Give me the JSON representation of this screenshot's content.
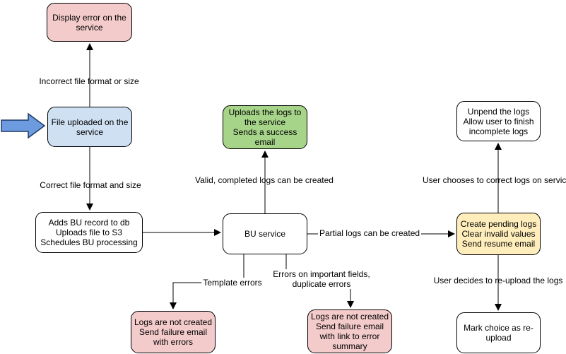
{
  "diagram": {
    "background": "#ffffff",
    "palette": {
      "node_border": "#000000",
      "edge_color": "#000000",
      "error_pink": "#f3cbca",
      "entry_blue": "#cfe0f3",
      "success_green": "#a6d489",
      "pending_yellow": "#ffeebc",
      "process_white": "#ffffff",
      "block_arrow_fill": "#6d9be0",
      "block_arrow_border": "#1f3864"
    },
    "nodes": [
      {
        "id": "display-error",
        "text": "Display error on the\nservice"
      },
      {
        "id": "file-uploaded",
        "text": "File uploaded on the\nservice"
      },
      {
        "id": "adds-bu-record",
        "text": "Adds BU record to db\nUploads file to S3\nSchedules BU processing"
      },
      {
        "id": "uploads-logs-success",
        "text": "Uploads the logs to\nthe service\nSends a success\nemail"
      },
      {
        "id": "bu-service",
        "text": "BU service"
      },
      {
        "id": "unpend-logs",
        "text": "Unpend the logs\nAllow user to finish\nincomplete logs"
      },
      {
        "id": "create-pending-logs",
        "text": "Create pending logs\nClear invalid values\nSend resume email"
      },
      {
        "id": "mark-choice-reupload",
        "text": "Mark choice as re-\nupload"
      },
      {
        "id": "logs-not-created-errors",
        "text": "Logs are not created\nSend failure email\nwith errors"
      },
      {
        "id": "logs-not-created-summary",
        "text": "Logs are not created\nSend failure email\nwith link to error\nsummary"
      }
    ],
    "edge_labels": [
      {
        "id": "incorrect-file-format",
        "text": "Incorrect file format or size"
      },
      {
        "id": "correct-file-format",
        "text": "Correct file format and size"
      },
      {
        "id": "valid-completed-logs",
        "text": "Valid, completed logs can be created"
      },
      {
        "id": "partial-logs",
        "text": "Partial logs can be created"
      },
      {
        "id": "template-errors",
        "text": "Template errors"
      },
      {
        "id": "errors-important-fields",
        "text": "Errors on important fields,\nduplicate errors"
      },
      {
        "id": "user-chooses-correct",
        "text": "User chooses to correct logs on service"
      },
      {
        "id": "user-decides-reupload",
        "text": "User decides to re-upload the logs"
      }
    ]
  }
}
